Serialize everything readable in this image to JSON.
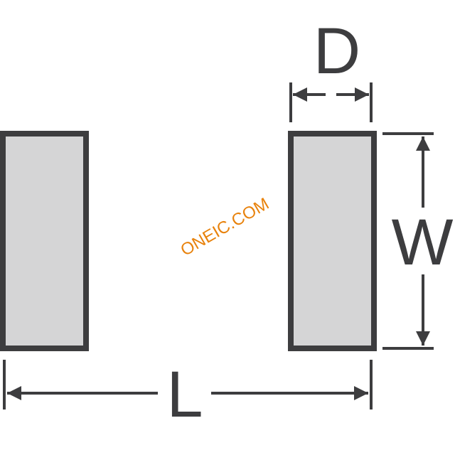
{
  "labels": {
    "d": "D",
    "w": "W",
    "l": "L",
    "watermark": "ONEIC.COM"
  },
  "colors": {
    "stroke": "#3d3d3f",
    "pad_fill": "#d5d5d6",
    "watermark": "#e8820c",
    "background": "#ffffff"
  }
}
